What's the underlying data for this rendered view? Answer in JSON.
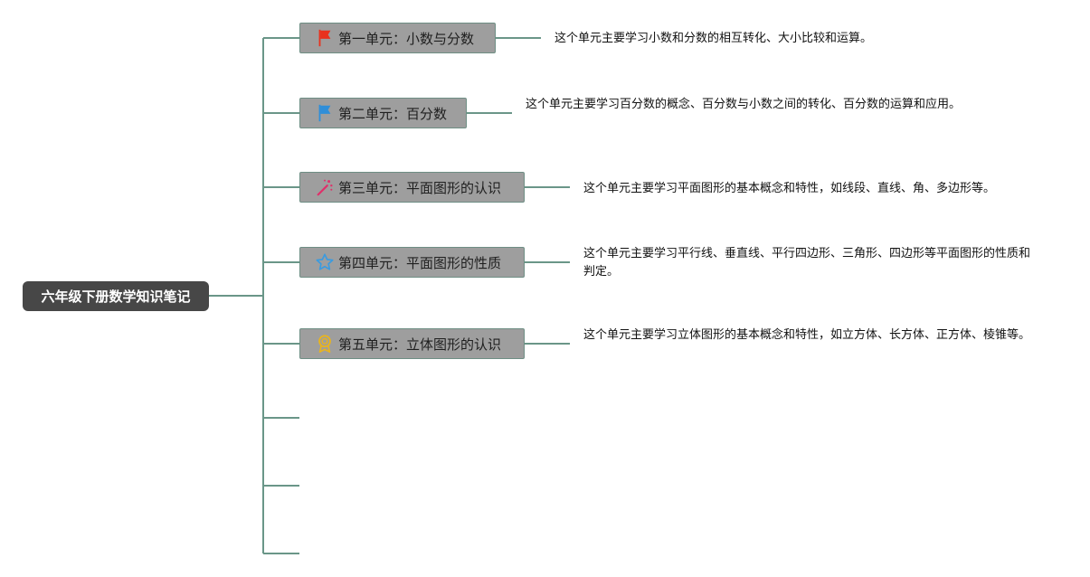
{
  "root": {
    "label": "六年级下册数学知识笔记"
  },
  "branches": [
    {
      "label": "第一单元：小数与分数",
      "icon": "red-flag-icon",
      "icon_color": "#e8321e",
      "description": "这个单元主要学习小数和分数的相互转化、大小比较和运算。"
    },
    {
      "label": "第二单元：百分数",
      "icon": "blue-flag-icon",
      "icon_color": "#2f8ed8",
      "description": "这个单元主要学习百分数的概念、百分数与小数之间的转化、百分数的运算和应用。"
    },
    {
      "label": "第三单元：平面图形的认识",
      "icon": "magic-wand-icon",
      "icon_color": "#e0306a",
      "description": "这个单元主要学习平面图形的基本概念和特性，如线段、直线、角、多边形等。"
    },
    {
      "label": "第四单元：平面图形的性质",
      "icon": "star-icon",
      "icon_color": "#3a9be0",
      "description": "这个单元主要学习平行线、垂直线、平行四边形、三角形、四边形等平面图形的性质和判定。"
    },
    {
      "label": "第五单元：立体图形的认识",
      "icon": "award-medal-icon",
      "icon_color": "#e8b420",
      "description": "这个单元主要学习立体图形的基本概念和特性，如立方体、长方体、正方体、棱锥等。"
    }
  ],
  "colors": {
    "connector": "#6a9688",
    "node_bg": "#9e9e9e",
    "root_bg": "#474747"
  }
}
